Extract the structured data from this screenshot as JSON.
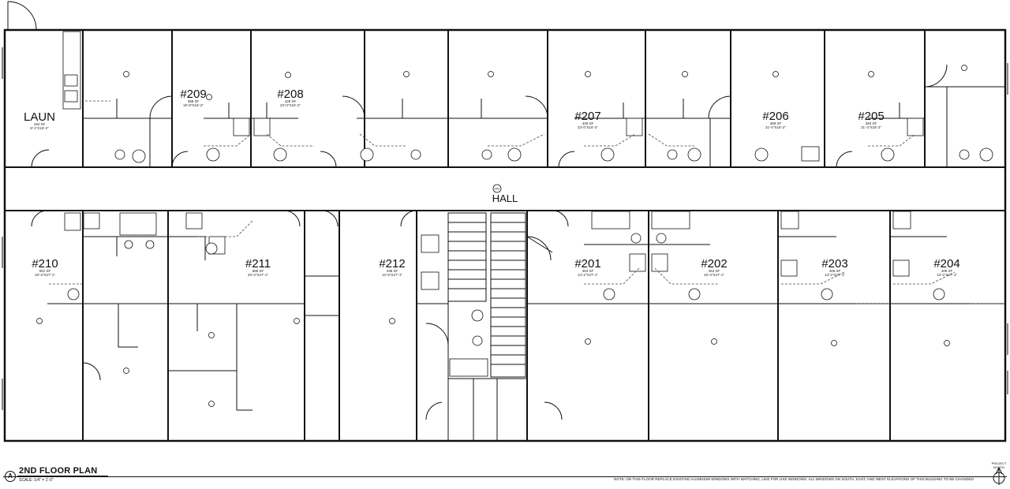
{
  "hall": {
    "label": "HALL",
    "tag": "202"
  },
  "laundry": {
    "name": "LAUN",
    "area": "194 SF",
    "dims": "9'-1\"X16'-2\""
  },
  "units": [
    {
      "id": "u209",
      "label": "#209",
      "area": "398 SF",
      "dims": "19'-8\"X16'-2\""
    },
    {
      "id": "u208",
      "label": "#208",
      "area": "428 SF",
      "dims": "23'-0\"X16'-2\""
    },
    {
      "id": "u207",
      "label": "#207",
      "area": "428 SF",
      "dims": "23'-0\"X16'-2\""
    },
    {
      "id": "u206",
      "label": "#206",
      "area": "389 SF",
      "dims": "21'-0\"X16'-2\""
    },
    {
      "id": "u205",
      "label": "#205",
      "area": "394 SF",
      "dims": "21'-4\"X16'-2\""
    },
    {
      "id": "u210",
      "label": "#210",
      "area": "551 SF",
      "dims": "18'-3\"X27'-1\""
    },
    {
      "id": "u211",
      "label": "#211",
      "area": "568 SF",
      "dims": "20'-2\"X27'-1\""
    },
    {
      "id": "u212",
      "label": "#212",
      "area": "438 SF",
      "dims": "12'-5\"X27'-1\""
    },
    {
      "id": "u201",
      "label": "#201",
      "area": "463 SF",
      "dims": "14'-2\"X27'-1\""
    },
    {
      "id": "u202",
      "label": "#202",
      "area": "464 SF",
      "dims": "16'-4\"X27'-1\""
    },
    {
      "id": "u203",
      "label": "#203",
      "area": "406 SF",
      "dims": "13'-2\"X27'-1\""
    },
    {
      "id": "u204",
      "label": "#204",
      "area": "408 SF",
      "dims": "13'-2\"X27'-1\""
    }
  ],
  "title": {
    "marker": "A",
    "name": "2ND FLOOR PLAN",
    "scale": "SCALE:    1/4\" = 1'-0\"",
    "note": "NOTE: ON THIS FLOOR REPLACE EXISTING ALUMINUM WINDOWS WITH MATCHING, LIKE FOR LIKE WINDOWS. ALL WINDOWS ON SOUTH, EAST, AND WEST ELEVATIONS OF THIS BUILDING TO BE CHANGED",
    "north_label": "PROJECT NORTH"
  }
}
